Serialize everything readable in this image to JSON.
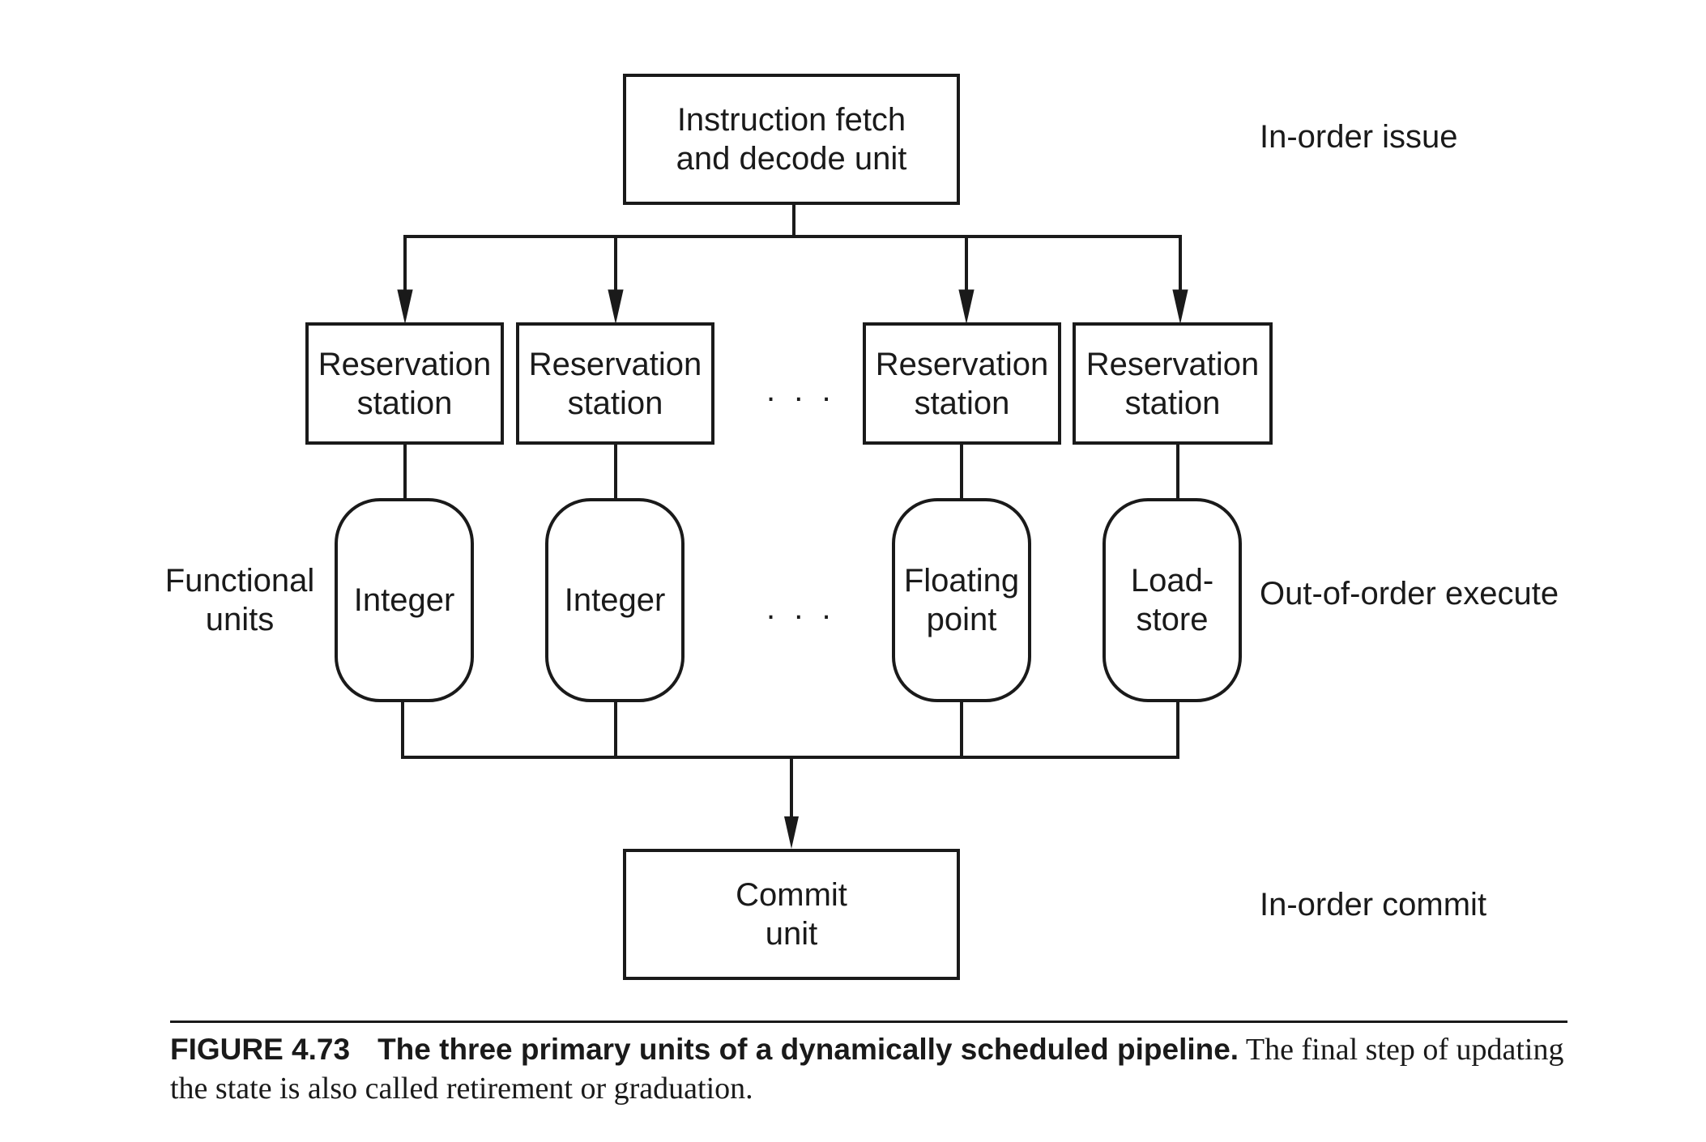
{
  "diagram": {
    "fetch_unit": "Instruction fetch\nand decode unit",
    "reservation_stations": [
      "Reservation\nstation",
      "Reservation\nstation",
      "Reservation\nstation",
      "Reservation\nstation"
    ],
    "functional_units": [
      "Integer",
      "Integer",
      "Floating\npoint",
      "Load-\nstore"
    ],
    "ellipsis": ". . .",
    "commit_unit": "Commit\nunit",
    "side_labels": {
      "functional_units": "Functional\nunits",
      "in_order_issue": "In-order issue",
      "out_of_order_execute": "Out-of-order execute",
      "in_order_commit": "In-order commit"
    }
  },
  "caption": {
    "figure_number": "FIGURE 4.73",
    "title": "The three primary units of a dynamically scheduled pipeline.",
    "text": "The final step of updating the state is also called retirement or graduation."
  }
}
